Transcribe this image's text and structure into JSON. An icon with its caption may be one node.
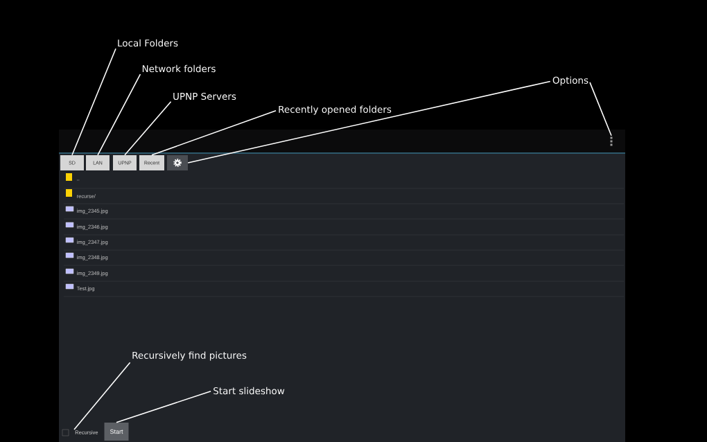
{
  "diagram": {
    "nodes": [
      {
        "text": [
          "Local Folders"
        ]
      },
      {
        "text": [
          "Network folders"
        ]
      },
      {
        "text": [
          "UPNP Servers"
        ]
      },
      {
        "text": [
          "Recently opened folders"
        ]
      },
      {
        "text": [
          "Options"
        ]
      },
      {
        "text": [
          "Recursively find pictures"
        ]
      },
      {
        "text": [
          "Start slideshow"
        ]
      },
      {
        "text": [
          "SD"
        ]
      },
      {
        "text": [
          "LAN"
        ]
      },
      {
        "text": [
          "UPNP"
        ]
      },
      {
        "text": [
          "Recent"
        ]
      },
      {
        "text": [],
        "shape": "box"
      },
      {
        "text": [],
        "shape": "picture"
      },
      {
        "text": [
          "Recursive"
        ]
      },
      {
        "text": [
          "Start"
        ]
      }
    ],
    "edges": [
      {
        "from": 0,
        "to": 7,
        "arrow": "none"
      },
      {
        "from": 1,
        "to": 8,
        "arrow": "none"
      },
      {
        "from": 2,
        "to": 9,
        "arrow": "none"
      },
      {
        "from": 3,
        "to": 10,
        "arrow": "none"
      },
      {
        "from": 4,
        "to": 11,
        "arrow": "none"
      },
      {
        "from": 4,
        "to": 12,
        "arrow": "none"
      },
      {
        "from": 5,
        "to": 13,
        "arrow": "none"
      },
      {
        "from": 6,
        "to": 14,
        "arrow": "none"
      }
    ],
    "labels": [
      "..",
      "recurse/",
      "img_2345.jpg",
      "img_2346.jpg",
      "img_2347.jpg",
      "img_2348.jpg",
      "img_2349.jpg",
      "Test.jpg"
    ]
  }
}
